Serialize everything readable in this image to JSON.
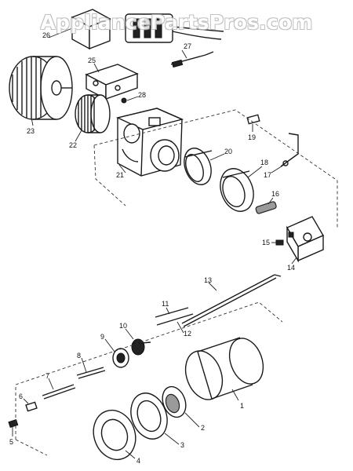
{
  "watermark": "AppliancePartsPros.com",
  "labels": {
    "l1": "1",
    "l2": "2",
    "l3": "3",
    "l4": "4",
    "l5": "5",
    "l6": "6",
    "l7": "7",
    "l8": "8",
    "l9": "9",
    "l10": "10",
    "l11": "11",
    "l12": "12",
    "l13": "13",
    "l14": "14",
    "l15": "15",
    "l16": "16",
    "l17": "17",
    "l18": "18",
    "l19": "19",
    "l20": "20",
    "l21": "21",
    "l22": "22",
    "l23": "23",
    "l25": "25",
    "l26": "26",
    "l27": "27",
    "l28": "28"
  }
}
